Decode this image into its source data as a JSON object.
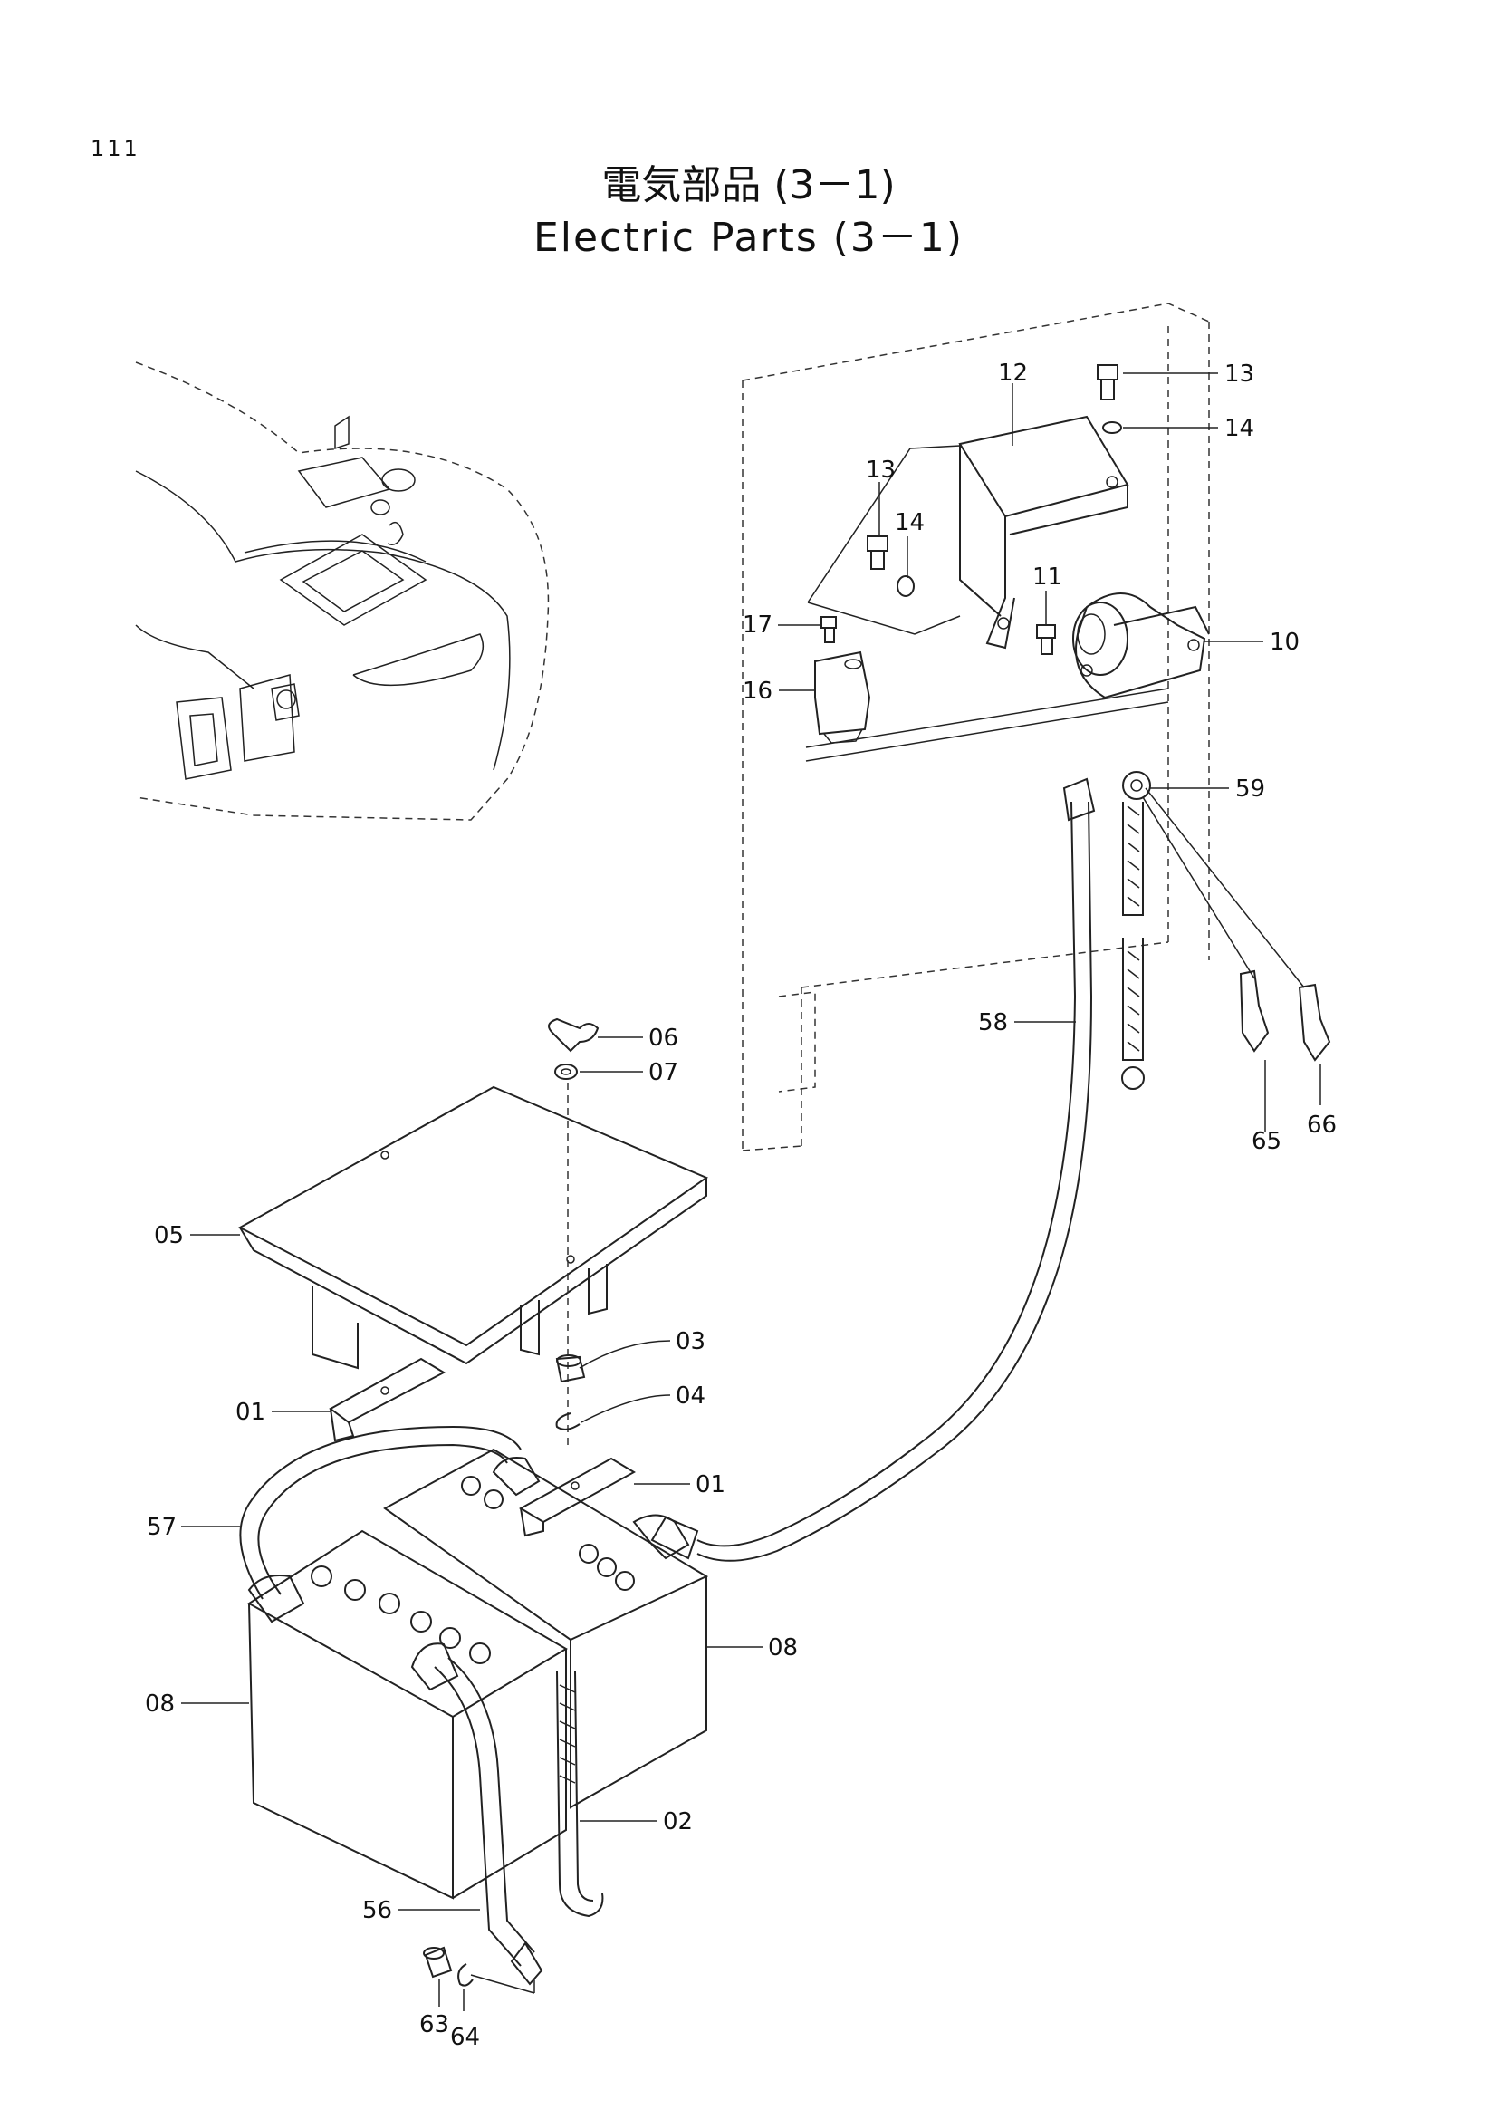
{
  "page": {
    "number": "111",
    "title_jp": "電気部品 (3－1)",
    "title_en": "Electric Parts (3－1)"
  },
  "callouts": [
    {
      "id": "13",
      "label": "13"
    },
    {
      "id": "14",
      "label": "14"
    },
    {
      "id": "12",
      "label": "12"
    },
    {
      "id": "13b",
      "label": "13"
    },
    {
      "id": "14b",
      "label": "14"
    },
    {
      "id": "11",
      "label": "11"
    },
    {
      "id": "17",
      "label": "17"
    },
    {
      "id": "10",
      "label": "10"
    },
    {
      "id": "16",
      "label": "16"
    },
    {
      "id": "59",
      "label": "59"
    },
    {
      "id": "58",
      "label": "58"
    },
    {
      "id": "65",
      "label": "65"
    },
    {
      "id": "66",
      "label": "66"
    },
    {
      "id": "06",
      "label": "06"
    },
    {
      "id": "07",
      "label": "07"
    },
    {
      "id": "05",
      "label": "05"
    },
    {
      "id": "03",
      "label": "03"
    },
    {
      "id": "04",
      "label": "04"
    },
    {
      "id": "01a",
      "label": "01"
    },
    {
      "id": "01b",
      "label": "01"
    },
    {
      "id": "57",
      "label": "57"
    },
    {
      "id": "08a",
      "label": "08"
    },
    {
      "id": "08b",
      "label": "08"
    },
    {
      "id": "02",
      "label": "02"
    },
    {
      "id": "56",
      "label": "56"
    },
    {
      "id": "63",
      "label": "63"
    },
    {
      "id": "64",
      "label": "64"
    }
  ]
}
